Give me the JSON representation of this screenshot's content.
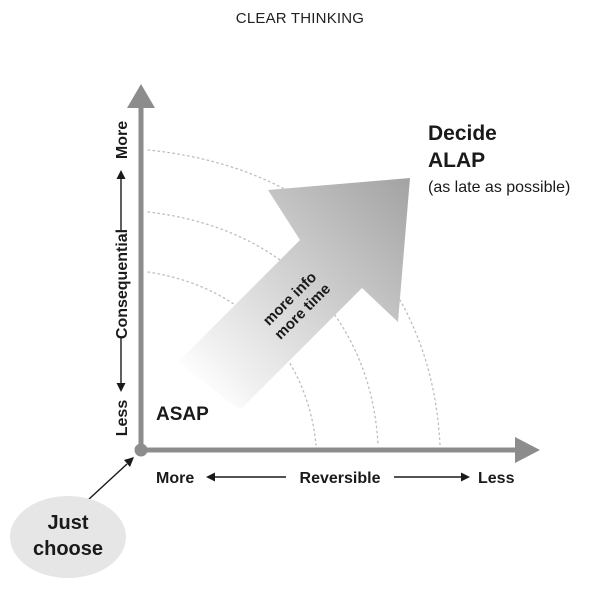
{
  "header": {
    "title": "CLEAR THINKING"
  },
  "diagram": {
    "y_axis": {
      "more": "More",
      "label": "Consequential",
      "less": "Less"
    },
    "x_axis": {
      "more": "More",
      "label": "Reversible",
      "less": "Less"
    },
    "corner_label": "ASAP",
    "big_arrow": {
      "line1": "more info",
      "line2": "more time"
    },
    "target": {
      "line1": "Decide",
      "line2": "ALAP",
      "note": "(as late as possible)"
    },
    "origin_bubble": {
      "line1": "Just",
      "line2": "choose"
    }
  },
  "colors": {
    "axis": "#8c8c8c",
    "arrow_light": "#f4f4f4",
    "arrow_dark": "#a6a6a6",
    "bubble": "#e6e6e6",
    "text": "#1a1a1a"
  }
}
